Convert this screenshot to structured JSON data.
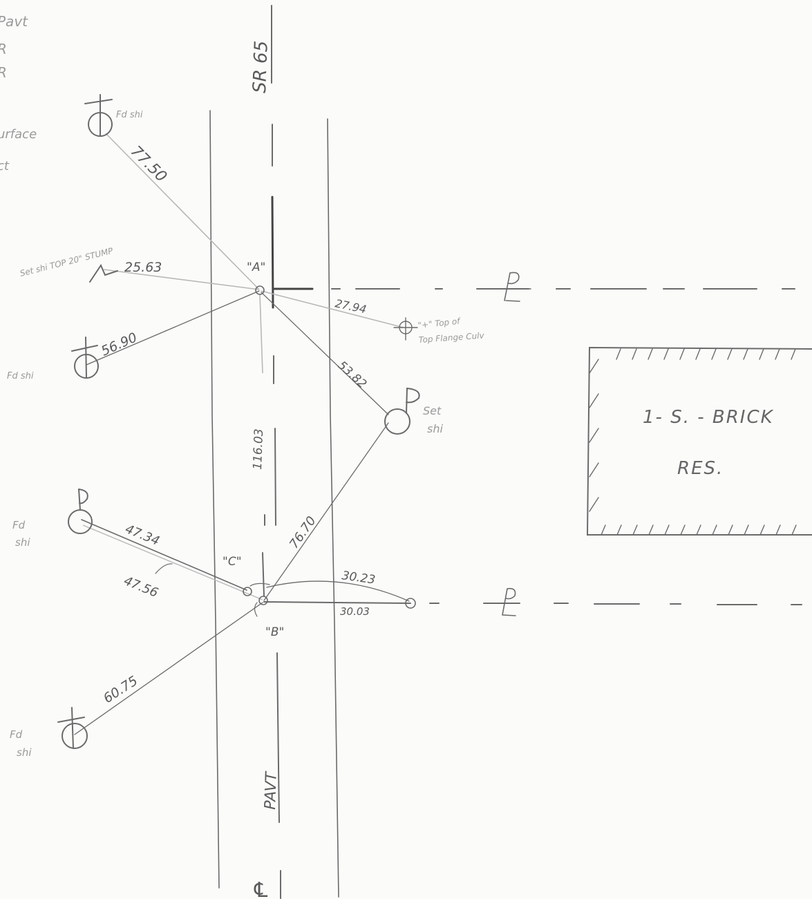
{
  "margin_notes": [
    "",
    "Pavt",
    "R",
    "R",
    "",
    "urface",
    "ct",
    "",
    ""
  ],
  "road": {
    "route": "SR 65",
    "pavement": "PAVT",
    "centerline_symbol": "℄"
  },
  "points": {
    "A": "\"A\"",
    "B": "\"B\"",
    "C": "\"C\""
  },
  "property_line_symbol": "PL",
  "monuments": {
    "fd_top": "Fd shi",
    "set_ne": "Set shi TOP 20\" STUMP",
    "fd_west": "Fd shi",
    "set_east_1": "Set",
    "set_east_2": "shi",
    "fd_sw1": "Fd",
    "fd_sw1b": "shi",
    "fd_sw2": "Fd",
    "fd_sw2b": "shi",
    "cross_1": "\"+\" Top of",
    "cross_2": "Top Flange Culv"
  },
  "distances": {
    "a_fd_top": "77.50",
    "a_set_stump": "25.63",
    "a_fd_west": "56.90",
    "a_cross": "27.94",
    "a_set_east": "53.82",
    "a_b": "116.03",
    "b_set_east": "76.70",
    "c_fd_sw1": "47.34",
    "b_fd_sw1": "47.56",
    "b_pl_arc": "30.23",
    "b_pl": "30.03",
    "b_fd_sw2": "60.75"
  },
  "building": {
    "line1": "1- S. - BRICK",
    "line2": "RES."
  }
}
